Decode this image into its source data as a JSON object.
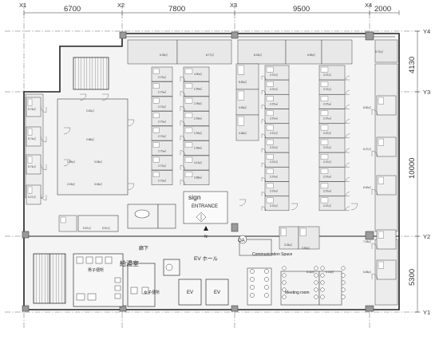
{
  "grid": {
    "columns": [
      "X1",
      "X2",
      "X3",
      "X4"
    ],
    "rows": [
      "Y4",
      "Y3",
      "Y2",
      "Y1"
    ]
  },
  "dimensions": {
    "horizontal": [
      "6700",
      "7800",
      "9500",
      "2000"
    ],
    "vertical": [
      "4130",
      "10000",
      "5300"
    ]
  },
  "labels": {
    "sign": "sign",
    "entrance": "ENTRANCE",
    "ev_hall": "EV ホール",
    "corridor": "廊下",
    "kitchenette": "給湯室",
    "mens_toilet": "男子便所",
    "womens_toilet": "女子便所",
    "elevator": "EV",
    "oa": "OA",
    "communication_space": "Communication Space",
    "meeting_room": "Meeting room",
    "north": "N"
  },
  "room_areas": {
    "top_row": [
      "6.05㎡",
      "8.77㎡",
      "8.25㎡",
      "6.65㎡",
      "8.74㎡"
    ],
    "inner_col_a": [
      "2.70㎡",
      "2.70㎡",
      "2.70㎡",
      "2.70㎡",
      "2.70㎡",
      "2.70㎡",
      "2.70㎡",
      "2.70㎡"
    ],
    "inner_col_b": [
      "4.90㎡",
      "2.99㎡",
      "2.99㎡",
      "2.99㎡",
      "2.99㎡",
      "2.99㎡",
      "4.13㎡",
      "3.88㎡"
    ],
    "mid_col_a": [
      "5.80㎡",
      "4.65㎡",
      "4.68㎡"
    ],
    "mid_col_b": [
      "2.07㎡",
      "2.07㎡",
      "2.07㎡",
      "2.07㎡",
      "2.07㎡",
      "2.07㎡",
      "2.07㎡",
      "2.07㎡",
      "2.07㎡",
      "2.07㎡"
    ],
    "mid_col_c": [
      "2.07㎡",
      "2.07㎡",
      "2.07㎡",
      "2.07㎡",
      "2.07㎡",
      "2.07㎡",
      "2.07㎡",
      "2.07㎡",
      "2.07㎡",
      "2.07㎡"
    ],
    "mid_extra": [
      "3.35㎡",
      "3.53㎡"
    ],
    "right_col": [
      "8.82㎡",
      "6.27㎡",
      "6.63㎡",
      "7.45㎡",
      "6.85㎡"
    ],
    "left_col": [
      "5.76㎡",
      "5.74㎡",
      "5.74㎡",
      "5.27㎡"
    ],
    "left_block": [
      "2.63㎡",
      "2.88㎡",
      "2.99㎡",
      "3.08㎡",
      "2.09㎡",
      "3.08㎡"
    ],
    "bottom_left": [
      "5.67㎡",
      "5.67㎡"
    ],
    "meeting": [
      "8.32㎡",
      "6.15㎡"
    ]
  }
}
